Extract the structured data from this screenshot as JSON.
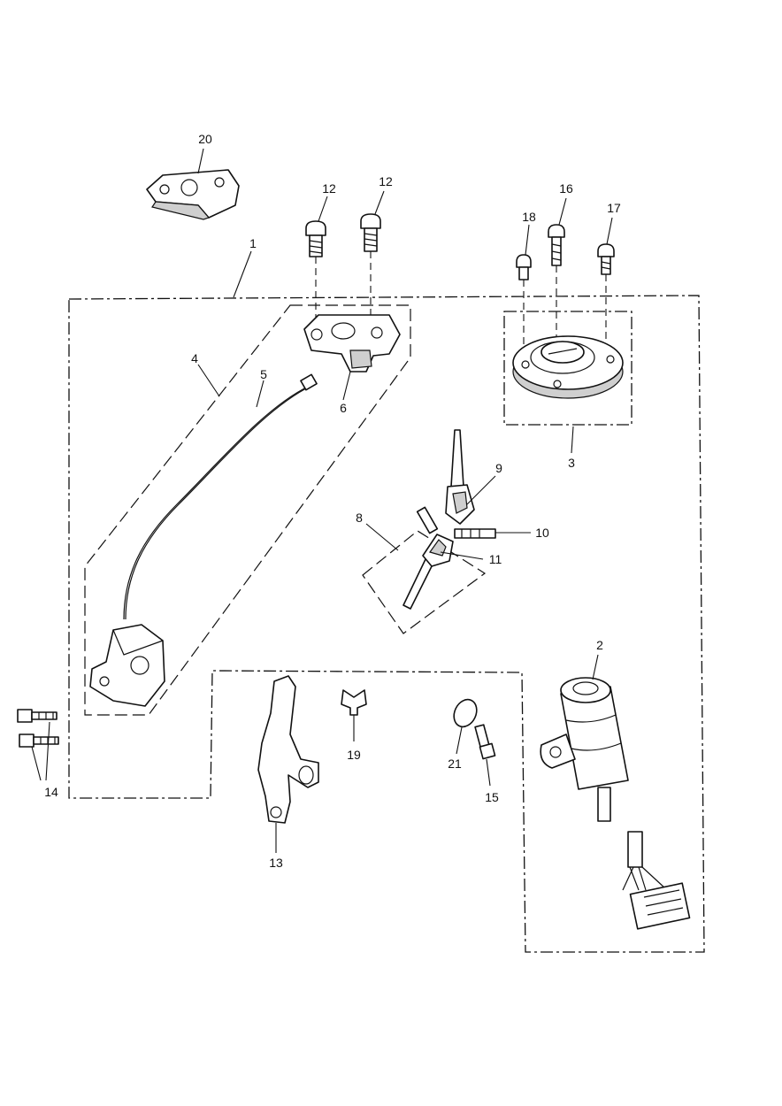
{
  "callouts": {
    "c1": "1",
    "c2": "2",
    "c3": "3",
    "c4": "4",
    "c5": "5",
    "c6": "6",
    "c8": "8",
    "c9": "9",
    "c10": "10",
    "c11": "11",
    "c12a": "12",
    "c12b": "12",
    "c13": "13",
    "c14": "14",
    "c15": "15",
    "c16": "16",
    "c17": "17",
    "c18": "18",
    "c19": "19",
    "c20": "20",
    "c21": "21"
  }
}
